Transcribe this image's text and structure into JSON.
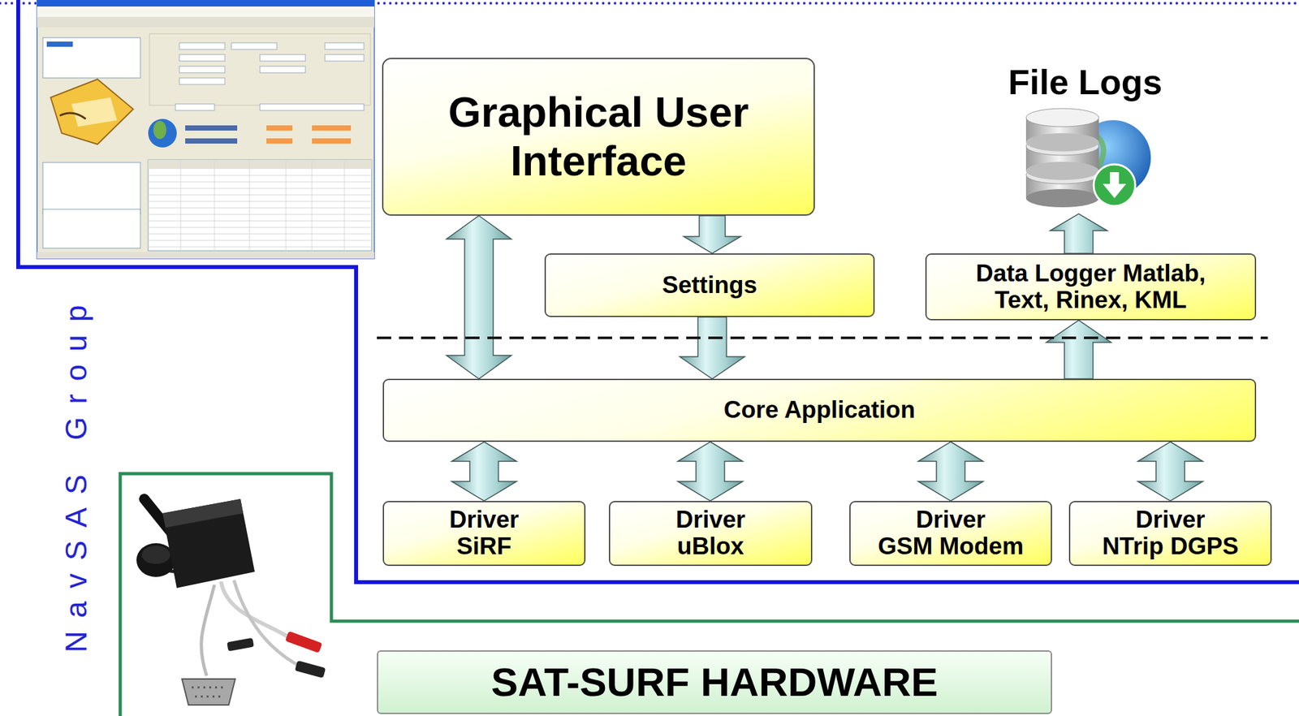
{
  "diagram": {
    "nodes": [
      {
        "text": [
          "Graphical User Interface"
        ]
      },
      {
        "text": [
          "File Logs"
        ]
      },
      {
        "text": [
          "Settings"
        ]
      },
      {
        "text": [
          "Data Logger Matlab, Text, Rinex, KML"
        ]
      },
      {
        "text": [
          "Core Application"
        ]
      },
      {
        "text": [
          "Driver",
          "SiRF"
        ]
      },
      {
        "text": [
          "Driver",
          "uBlox"
        ]
      },
      {
        "text": [
          "Driver",
          "GSM Modem"
        ]
      },
      {
        "text": [
          "Driver",
          "NTrip DGPS"
        ]
      },
      {
        "text": [
          "SAT-SURF HARDWARE"
        ]
      }
    ],
    "edges": [
      {
        "from": 0,
        "to": 4,
        "arrow": "both"
      },
      {
        "from": 0,
        "to": 2,
        "arrow": "to"
      },
      {
        "from": 2,
        "to": 4,
        "arrow": "to"
      },
      {
        "from": 4,
        "to": 3,
        "arrow": "to"
      },
      {
        "from": 3,
        "to": 1,
        "arrow": "to"
      },
      {
        "from": 4,
        "to": 5,
        "arrow": "both"
      },
      {
        "from": 4,
        "to": 6,
        "arrow": "both"
      },
      {
        "from": 4,
        "to": 7,
        "arrow": "both"
      },
      {
        "from": 4,
        "to": 8,
        "arrow": "both"
      }
    ],
    "labels": [
      "NavSAS Group"
    ]
  }
}
